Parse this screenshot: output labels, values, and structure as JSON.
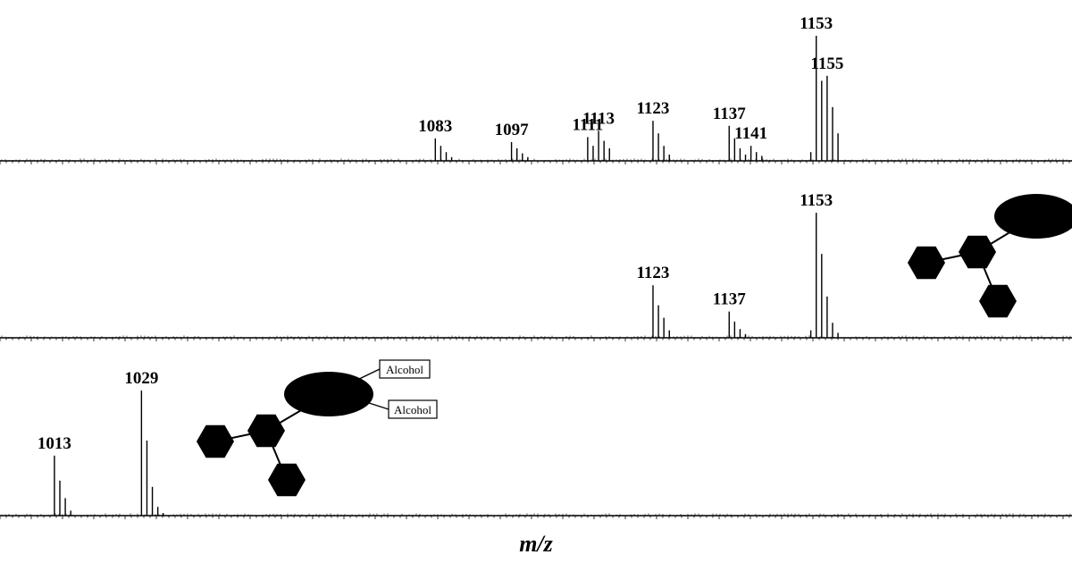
{
  "chart_data": {
    "type": "line",
    "xlabel": "m/z",
    "colors": {
      "trace": "#000000",
      "glycan": "#000000",
      "background": "#ffffff"
    },
    "panels": [
      {
        "id": "top",
        "x_range": [
          1003,
          1200
        ],
        "peaks": [
          {
            "x": 1083,
            "y": 0.18
          },
          {
            "x": 1084,
            "y": 0.12
          },
          {
            "x": 1085,
            "y": 0.07
          },
          {
            "x": 1086,
            "y": 0.03
          },
          {
            "x": 1097,
            "y": 0.15
          },
          {
            "x": 1098,
            "y": 0.1
          },
          {
            "x": 1099,
            "y": 0.06
          },
          {
            "x": 1100,
            "y": 0.03
          },
          {
            "x": 1111,
            "y": 0.19
          },
          {
            "x": 1112,
            "y": 0.12
          },
          {
            "x": 1113,
            "y": 0.24
          },
          {
            "x": 1114,
            "y": 0.16
          },
          {
            "x": 1115,
            "y": 0.1
          },
          {
            "x": 1123,
            "y": 0.32
          },
          {
            "x": 1124,
            "y": 0.22
          },
          {
            "x": 1125,
            "y": 0.12
          },
          {
            "x": 1126,
            "y": 0.05
          },
          {
            "x": 1137,
            "y": 0.28
          },
          {
            "x": 1138,
            "y": 0.18
          },
          {
            "x": 1139,
            "y": 0.1
          },
          {
            "x": 1140,
            "y": 0.05
          },
          {
            "x": 1141,
            "y": 0.12
          },
          {
            "x": 1142,
            "y": 0.07
          },
          {
            "x": 1143,
            "y": 0.04
          },
          {
            "x": 1152,
            "y": 0.07
          },
          {
            "x": 1153,
            "y": 1.0
          },
          {
            "x": 1154,
            "y": 0.64
          },
          {
            "x": 1155,
            "y": 0.68
          },
          {
            "x": 1156,
            "y": 0.43
          },
          {
            "x": 1157,
            "y": 0.22
          }
        ],
        "labels": [
          {
            "text": "1083",
            "x": 1083,
            "y": 0.18
          },
          {
            "text": "1097",
            "x": 1097,
            "y": 0.15
          },
          {
            "text": "1111",
            "x": 1111,
            "y": 0.19
          },
          {
            "text": "1113",
            "x": 1113,
            "y": 0.24
          },
          {
            "text": "1123",
            "x": 1123,
            "y": 0.32
          },
          {
            "text": "1137",
            "x": 1137,
            "y": 0.28
          },
          {
            "text": "1141",
            "x": 1141,
            "y": 0.12
          },
          {
            "text": "1153",
            "x": 1153,
            "y": 1.0
          },
          {
            "text": "1155",
            "x": 1155,
            "y": 0.68
          }
        ]
      },
      {
        "id": "middle",
        "x_range": [
          1003,
          1200
        ],
        "peaks": [
          {
            "x": 1123,
            "y": 0.42
          },
          {
            "x": 1124,
            "y": 0.26
          },
          {
            "x": 1125,
            "y": 0.16
          },
          {
            "x": 1126,
            "y": 0.06
          },
          {
            "x": 1137,
            "y": 0.21
          },
          {
            "x": 1138,
            "y": 0.13
          },
          {
            "x": 1139,
            "y": 0.07
          },
          {
            "x": 1140,
            "y": 0.03
          },
          {
            "x": 1152,
            "y": 0.06
          },
          {
            "x": 1153,
            "y": 1.0
          },
          {
            "x": 1154,
            "y": 0.67
          },
          {
            "x": 1155,
            "y": 0.33
          },
          {
            "x": 1156,
            "y": 0.12
          },
          {
            "x": 1157,
            "y": 0.04
          }
        ],
        "labels": [
          {
            "text": "1123",
            "x": 1123,
            "y": 0.42
          },
          {
            "text": "1137",
            "x": 1137,
            "y": 0.21
          },
          {
            "text": "1153",
            "x": 1153,
            "y": 1.0
          }
        ]
      },
      {
        "id": "bottom",
        "x_range": [
          1003,
          1200
        ],
        "peaks": [
          {
            "x": 1013,
            "y": 0.48
          },
          {
            "x": 1014,
            "y": 0.28
          },
          {
            "x": 1015,
            "y": 0.14
          },
          {
            "x": 1016,
            "y": 0.04
          },
          {
            "x": 1029,
            "y": 1.0
          },
          {
            "x": 1030,
            "y": 0.6
          },
          {
            "x": 1031,
            "y": 0.23
          },
          {
            "x": 1032,
            "y": 0.07
          },
          {
            "x": 1033,
            "y": 0.02
          }
        ],
        "labels": [
          {
            "text": "1013",
            "x": 1013,
            "y": 0.48
          },
          {
            "text": "1029",
            "x": 1029,
            "y": 1.0
          }
        ]
      }
    ],
    "glycans": [
      {
        "panel": "middle",
        "alcohol_labels": []
      },
      {
        "panel": "bottom",
        "alcohol_labels": [
          "Alcohol",
          "Alcohol"
        ]
      }
    ]
  }
}
